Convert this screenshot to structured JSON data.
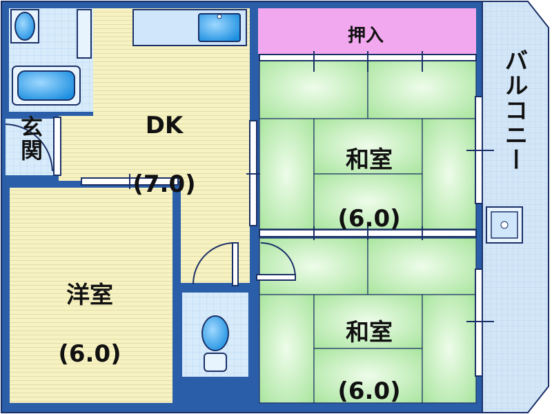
{
  "rooms": {
    "dk": {
      "name": "DK",
      "size": "(7.0)"
    },
    "western": {
      "name": "洋室",
      "size": "(6.0)"
    },
    "japanese_top": {
      "name": "和室",
      "size": "(6.0)"
    },
    "japanese_bottom": {
      "name": "和室",
      "size": "(6.0)"
    },
    "closet": {
      "name": "押入"
    },
    "entrance": {
      "name": "玄\n関"
    },
    "balcony": {
      "name": "バルコニー"
    }
  },
  "colors": {
    "wall": "#2a5ea8",
    "wall_outline": "#1a2f66",
    "flooring": "#f7f2c2",
    "flooring_line": "#d9d39a",
    "tatami": "#d8f5d2",
    "tatami_dark": "#a7e39b",
    "closet": "#f2a8ee",
    "wet_area": "#cfe6fb",
    "fixture": "#2b9fe6",
    "balcony": "#cfe3f7"
  }
}
